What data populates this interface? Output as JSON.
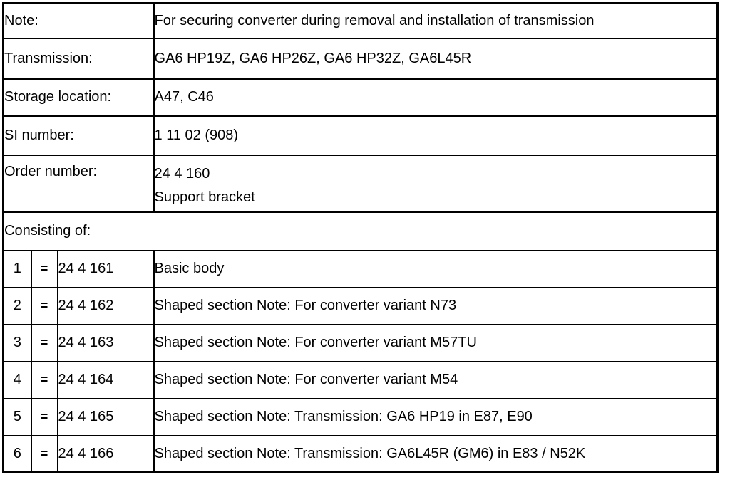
{
  "page": {
    "background_color": "#ffffff",
    "border_color": "#000000",
    "text_color": "#000000"
  },
  "table": {
    "info_rows": [
      {
        "label": "Note:",
        "value": "For securing converter during removal and installation of transmission"
      },
      {
        "label": "Transmission:",
        "value": "GA6 HP19Z, GA6 HP26Z, GA6 HP32Z, GA6L45R"
      },
      {
        "label": "Storage location:",
        "value": "A47, C46"
      },
      {
        "label": "SI number:",
        "value": "1 11 02 (908)"
      },
      {
        "label": "Order number:",
        "value": "24 4 160",
        "value2": "Support bracket"
      }
    ],
    "section_header": "Consisting of:",
    "components": [
      {
        "index": "1",
        "eq": "=",
        "part_number": "24 4 161",
        "description": "Basic body"
      },
      {
        "index": "2",
        "eq": "=",
        "part_number": "24 4 162",
        "description": "Shaped section Note: For converter variant N73"
      },
      {
        "index": "3",
        "eq": "=",
        "part_number": "24 4 163",
        "description": "Shaped section Note: For converter variant M57TU"
      },
      {
        "index": "4",
        "eq": "=",
        "part_number": "24 4 164",
        "description": "Shaped section Note: For converter variant M54"
      },
      {
        "index": "5",
        "eq": "=",
        "part_number": "24 4 165",
        "description": "Shaped section Note: Transmission: GA6 HP19 in E87, E90"
      },
      {
        "index": "6",
        "eq": "=",
        "part_number": "24 4 166",
        "description": "Shaped section Note: Transmission: GA6L45R (GM6) in E83 / N52K"
      }
    ]
  }
}
